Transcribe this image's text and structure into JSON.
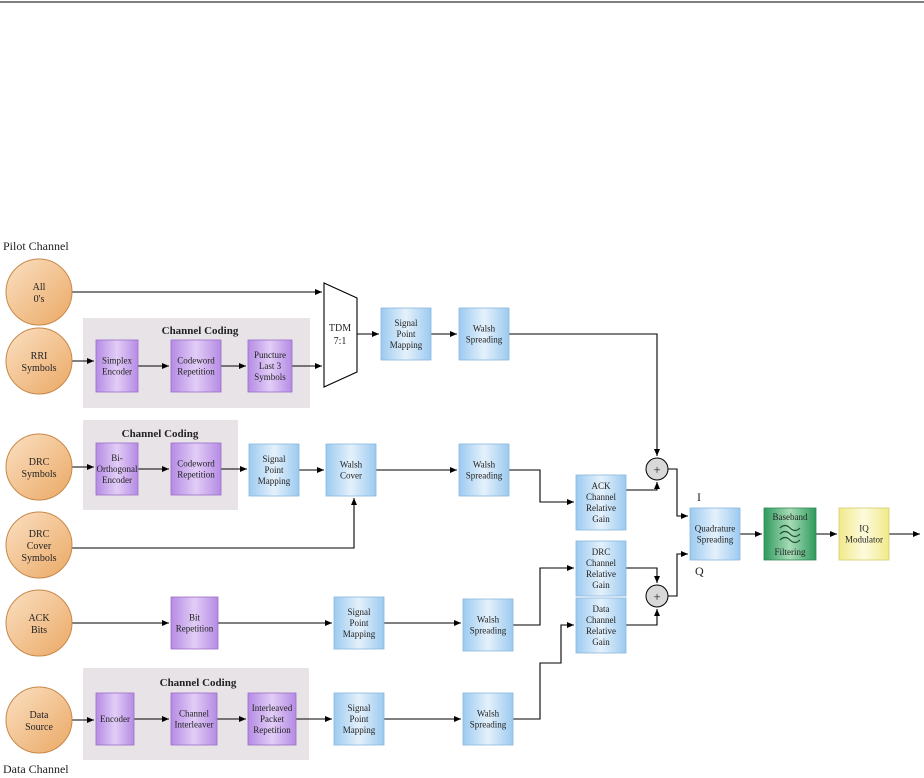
{
  "labels": {
    "pilot_channel": "Pilot Channel",
    "data_channel": "Data Channel",
    "i_branch": "I",
    "q_branch": "Q"
  },
  "sources": [
    {
      "id": "all0",
      "lines": [
        "All",
        "0's"
      ]
    },
    {
      "id": "rri",
      "lines": [
        "RRI",
        "Symbols"
      ]
    },
    {
      "id": "drc",
      "lines": [
        "DRC",
        "Symbols"
      ]
    },
    {
      "id": "drccover",
      "lines": [
        "DRC",
        "Cover",
        "Symbols"
      ]
    },
    {
      "id": "ack",
      "lines": [
        "ACK",
        "Bits"
      ]
    },
    {
      "id": "data",
      "lines": [
        "Data",
        "Source"
      ]
    }
  ],
  "groups": [
    {
      "id": "rri-coding",
      "title": "Channel Coding"
    },
    {
      "id": "drc-coding",
      "title": "Channel Coding"
    },
    {
      "id": "data-coding",
      "title": "Channel Coding"
    }
  ],
  "blocks": [
    {
      "id": "simplex-encoder",
      "kind": "coding",
      "lines": [
        "Simplex",
        "Encoder"
      ]
    },
    {
      "id": "rri-codeword-rep",
      "kind": "coding",
      "lines": [
        "Codeword",
        "Repetition"
      ]
    },
    {
      "id": "puncture",
      "kind": "coding",
      "lines": [
        "Puncture",
        "Last 3",
        "Symbols"
      ]
    },
    {
      "id": "bi-orth-encoder",
      "kind": "coding",
      "lines": [
        "Bi-",
        "Orthogonal",
        "Encoder"
      ]
    },
    {
      "id": "drc-codeword-rep",
      "kind": "coding",
      "lines": [
        "Codeword",
        "Repetition"
      ]
    },
    {
      "id": "bit-repetition",
      "kind": "coding",
      "lines": [
        "Bit",
        "Repetition"
      ]
    },
    {
      "id": "data-encoder",
      "kind": "coding",
      "lines": [
        "Encoder"
      ]
    },
    {
      "id": "channel-interleaver",
      "kind": "coding",
      "lines": [
        "Channel",
        "Interleaver"
      ]
    },
    {
      "id": "interleaved-packet-rep",
      "kind": "coding",
      "lines": [
        "Interleaved",
        "Packet",
        "Repetition"
      ]
    },
    {
      "id": "spm-pilot",
      "kind": "proc",
      "lines": [
        "Signal",
        "Point",
        "Mapping"
      ]
    },
    {
      "id": "walsh-pilot",
      "kind": "proc",
      "lines": [
        "Walsh",
        "Spreading"
      ]
    },
    {
      "id": "spm-drc",
      "kind": "proc",
      "lines": [
        "Signal",
        "Point",
        "Mapping"
      ]
    },
    {
      "id": "walsh-cover",
      "kind": "proc",
      "lines": [
        "Walsh",
        "Cover"
      ]
    },
    {
      "id": "walsh-drc",
      "kind": "proc",
      "lines": [
        "Walsh",
        "Spreading"
      ]
    },
    {
      "id": "spm-ack",
      "kind": "proc",
      "lines": [
        "Signal",
        "Point",
        "Mapping"
      ]
    },
    {
      "id": "walsh-ack",
      "kind": "proc",
      "lines": [
        "Walsh",
        "Spreading"
      ]
    },
    {
      "id": "spm-data",
      "kind": "proc",
      "lines": [
        "Signal",
        "Point",
        "Mapping"
      ]
    },
    {
      "id": "walsh-data",
      "kind": "proc",
      "lines": [
        "Walsh",
        "Spreading"
      ]
    },
    {
      "id": "ack-gain",
      "kind": "proc",
      "lines": [
        "ACK",
        "Channel",
        "Relative",
        "Gain"
      ]
    },
    {
      "id": "drc-gain",
      "kind": "proc",
      "lines": [
        "DRC",
        "Channel",
        "Relative",
        "Gain"
      ]
    },
    {
      "id": "data-gain",
      "kind": "proc",
      "lines": [
        "Data",
        "Channel",
        "Relative",
        "Gain"
      ]
    },
    {
      "id": "quad-spreading",
      "kind": "proc",
      "lines": [
        "Quadrature",
        "Spreading"
      ]
    },
    {
      "id": "baseband",
      "kind": "filter",
      "lines": [
        "Baseband",
        "Filtering"
      ]
    },
    {
      "id": "iq-mod",
      "kind": "mod",
      "lines": [
        "IQ",
        "Modulator"
      ]
    }
  ],
  "mux": {
    "lines": [
      "TDM",
      "7:1"
    ]
  },
  "adders": [
    {
      "id": "adder-i",
      "symbol": "+"
    },
    {
      "id": "adder-q",
      "symbol": "+"
    }
  ],
  "colors": {
    "source_fill": "#f2bd85",
    "source_edge": "#c8894a",
    "coding_fill": "#c9a2ea",
    "coding_edge": "#9b6fc8",
    "proc_fill": "#b9daf4",
    "proc_edge": "#8ab8de",
    "filter_fill": "#52b07a",
    "mod_fill": "#f6f2a8",
    "group_fill": "#e7e3e6",
    "line": "#000000"
  }
}
